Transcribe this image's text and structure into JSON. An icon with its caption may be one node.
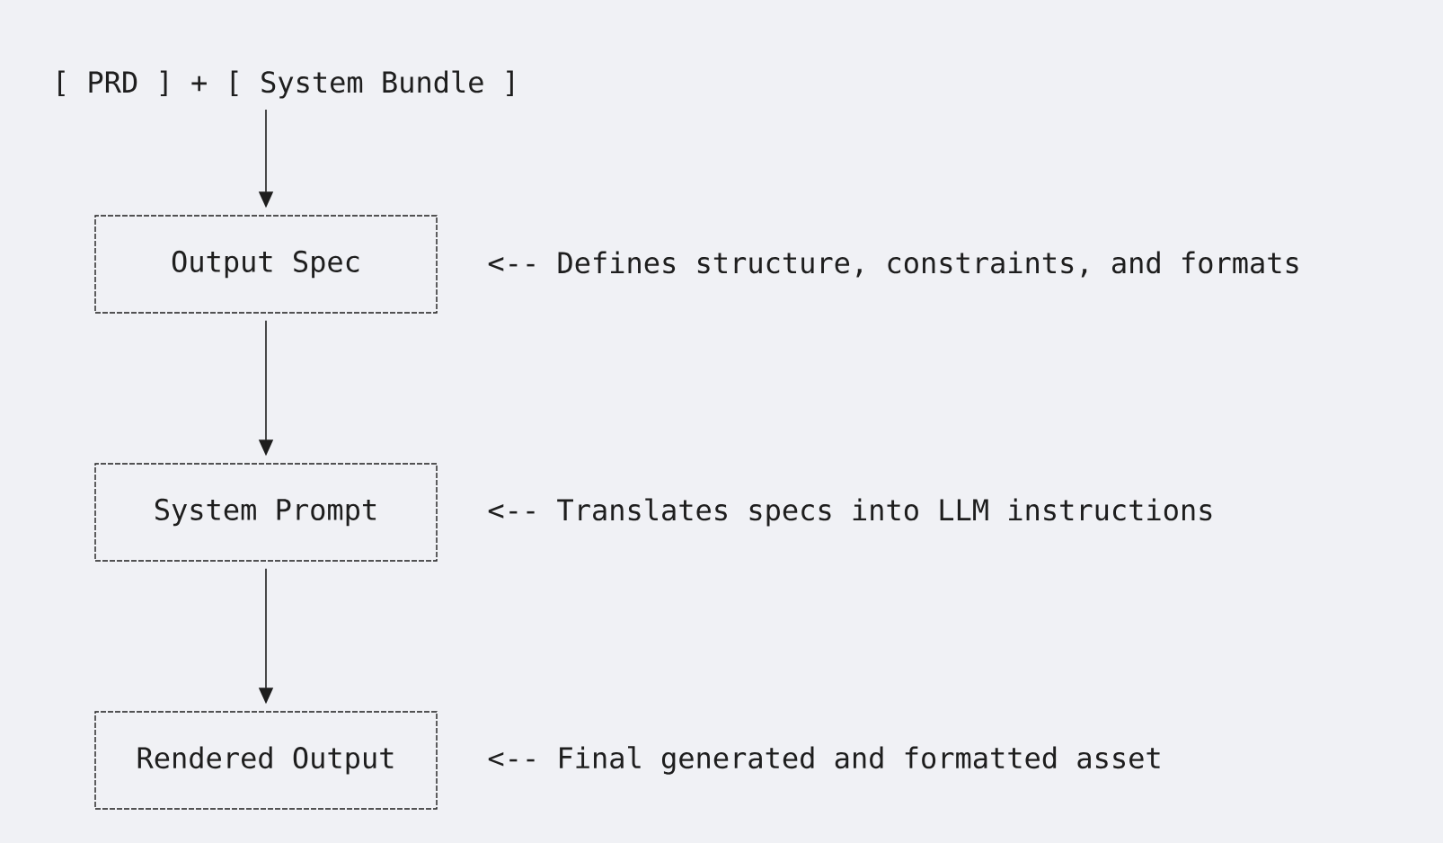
{
  "diagram": {
    "nodes": [
      {
        "text": [
          "[ PRD ] + [ System Bundle ]"
        ]
      },
      {
        "text": [
          "Output Spec"
        ],
        "beside": [
          "<-- Defines structure, constraints, and formats"
        ]
      },
      {
        "text": [
          "System Prompt"
        ],
        "beside": [
          "<-- Translates specs into LLM instructions"
        ]
      },
      {
        "text": [
          "Rendered Output"
        ],
        "beside": [
          "<-- Final generated and formatted asset"
        ]
      }
    ],
    "edges": [
      {
        "from": 0,
        "to": 1,
        "arrow": "to"
      },
      {
        "from": 1,
        "to": 2,
        "arrow": "to"
      },
      {
        "from": 2,
        "to": 3,
        "arrow": "to"
      }
    ]
  }
}
